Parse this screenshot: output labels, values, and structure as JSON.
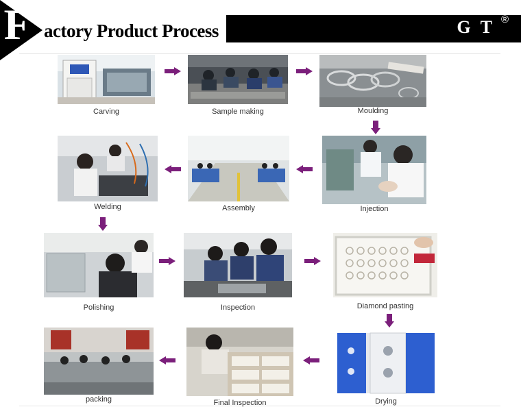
{
  "header": {
    "initial": "F",
    "title_rest": "actory Product Process",
    "brand": "G T",
    "registered": "®"
  },
  "colors": {
    "arrow": "#7b1f7b",
    "header_bg": "#000000"
  },
  "steps": [
    {
      "label": "Carving"
    },
    {
      "label": "Sample making"
    },
    {
      "label": "Moulding"
    },
    {
      "label": "Welding"
    },
    {
      "label": "Assembly"
    },
    {
      "label": "Injection"
    },
    {
      "label": "Polishing"
    },
    {
      "label": "Inspection"
    },
    {
      "label": "Diamond pasting"
    },
    {
      "label": "packing"
    },
    {
      "label": "Final Inspection"
    },
    {
      "label": "Drying"
    }
  ]
}
